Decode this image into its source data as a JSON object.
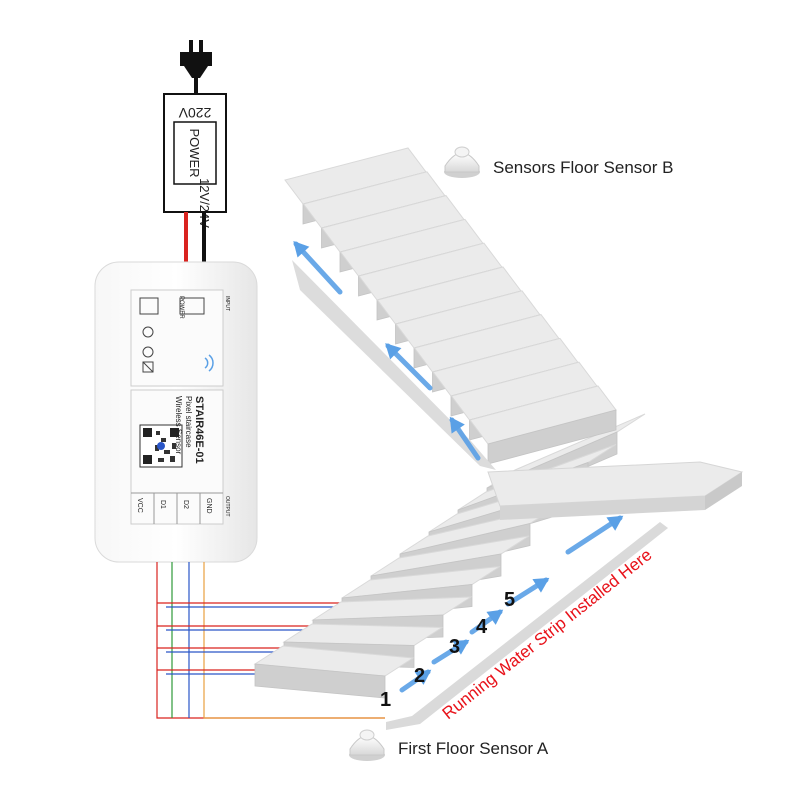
{
  "labels": {
    "sensor_b": "Sensors Floor Sensor B",
    "sensor_a": "First Floor Sensor A",
    "strip_note": "Running Water Strip Installed Here"
  },
  "power_supply": {
    "voltage_in": "220V",
    "title": "POWER",
    "voltage_out": "12V/24V"
  },
  "controller": {
    "model": "STAIR46E-01",
    "line1": "Pixel staircase",
    "line2": "Wireless Sensor",
    "pins": [
      "VCC",
      "D1",
      "D2",
      "GND"
    ],
    "output_label": "OUTPUT",
    "input_label": "INPUT",
    "power_label": "POWER"
  },
  "step_numbers": [
    "1",
    "2",
    "3",
    "4",
    "5"
  ],
  "colors": {
    "stair_face": "#ebebeb",
    "stair_riser": "#cfcfcf",
    "arrow": "#5aa0e6",
    "wire_red": "#d9231f",
    "wire_green": "#2f9a3a",
    "wire_blue": "#2a56c8",
    "strip_text": "#e8121a"
  }
}
